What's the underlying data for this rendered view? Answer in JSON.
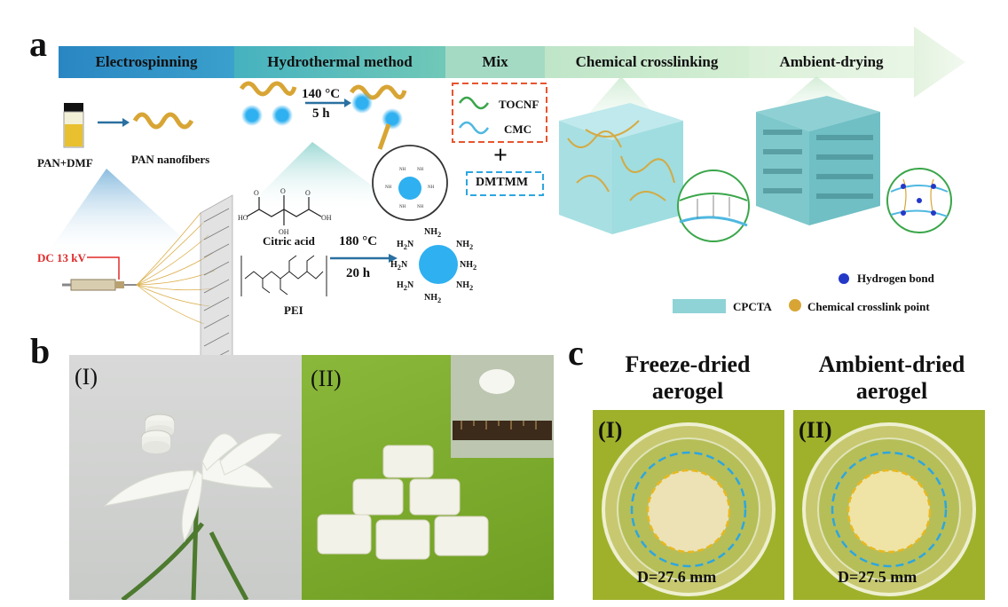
{
  "panels": {
    "a": "a",
    "b": "b",
    "c": "c"
  },
  "stages": [
    "Electrospinning",
    "Hydrothermal method",
    "Mix",
    "Chemical crosslinking",
    "Ambient-drying"
  ],
  "electrospinning": {
    "vial_label": "PAN+DMF",
    "fiber_label": "PAN nanofibers",
    "voltage": "DC 13 kV"
  },
  "hydrothermal": {
    "temp1": "140 °C",
    "time1": "5 h",
    "acid_label": "Citric acid",
    "pei_label": "PEI",
    "temp2": "180 °C",
    "time2": "20 h",
    "nh2": "NH",
    "sub2": "2",
    "h2n": "H",
    "h2n_sub": "2",
    "n_suffix": "N"
  },
  "mix": {
    "tocnf": "TOCNF",
    "cmc": "CMC",
    "plus": "+",
    "dmtmm": "DMTMM"
  },
  "legend": {
    "hydrogen_bond": "Hydrogen bond",
    "cpcta": "CPCTA",
    "crosslink": "Chemical crosslink point"
  },
  "colors": {
    "stage1": "#2a8cc4",
    "stage2": "#5cbfb8",
    "stage3": "#a8dcc6",
    "stage4": "#c7e8cc",
    "stage5": "#e3f2df",
    "fiber": "#d8a535",
    "dot": "#2fb0f0",
    "cube": "#9fdde0",
    "tocnf": "#3aa64a",
    "cmc": "#4fb8e0",
    "red_dash": "#e8542e",
    "blue_dash": "#2da6e0",
    "hbond": "#2438c8"
  },
  "panel_b": {
    "label_1": "(I)",
    "label_2": "(II)"
  },
  "panel_c": {
    "title_1a": "Freeze-dried",
    "title_1b": "aerogel",
    "title_2a": "Ambient-dried",
    "title_2b": "aerogel",
    "label_1": "(I)",
    "label_2": "(II)",
    "d1": "D=27.6 mm",
    "d2": "D=27.5 mm"
  }
}
